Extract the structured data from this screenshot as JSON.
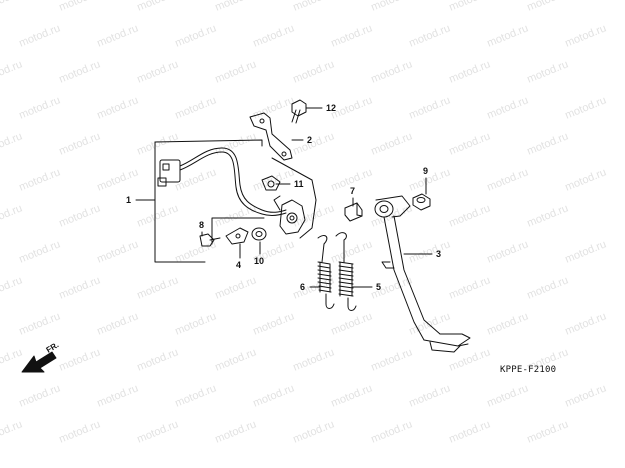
{
  "watermark": {
    "text": "motod.ru",
    "color": "#e2e2e2"
  },
  "diagram_code": "KPPE-F2100",
  "direction_label": "FR.",
  "callouts": [
    {
      "id": "1",
      "text": "1"
    },
    {
      "id": "2",
      "text": "2"
    },
    {
      "id": "3",
      "text": "3"
    },
    {
      "id": "4",
      "text": "4"
    },
    {
      "id": "5",
      "text": "5"
    },
    {
      "id": "6",
      "text": "6"
    },
    {
      "id": "7",
      "text": "7"
    },
    {
      "id": "8",
      "text": "8"
    },
    {
      "id": "9",
      "text": "9"
    },
    {
      "id": "10",
      "text": "10"
    },
    {
      "id": "11",
      "text": "11"
    },
    {
      "id": "12",
      "text": "12"
    }
  ],
  "parts": [
    {
      "name": "side-stand-switch-harness",
      "icon": "switch-harness-icon"
    },
    {
      "name": "bracket",
      "icon": "bracket-icon"
    },
    {
      "name": "side-stand",
      "icon": "stand-icon"
    },
    {
      "name": "switch-plate",
      "icon": "plate-icon"
    },
    {
      "name": "spring-5",
      "icon": "spring-icon"
    },
    {
      "name": "spring-6",
      "icon": "spring-icon"
    },
    {
      "name": "pivot-bolt",
      "icon": "bolt-icon"
    },
    {
      "name": "bolt-8",
      "icon": "bolt-icon"
    },
    {
      "name": "nut-9",
      "icon": "nut-icon"
    },
    {
      "name": "washer-10",
      "icon": "washer-icon"
    },
    {
      "name": "clip-11",
      "icon": "clip-icon"
    },
    {
      "name": "bolt-12",
      "icon": "bolt-icon"
    }
  ]
}
